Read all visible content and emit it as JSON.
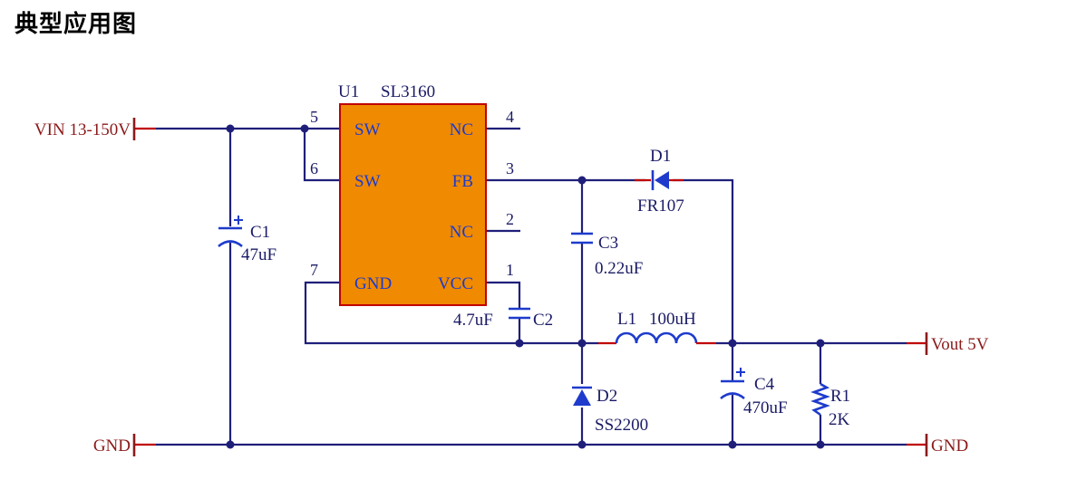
{
  "title": "典型应用图",
  "ic": {
    "ref": "U1",
    "part": "SL3160",
    "pins": [
      {
        "num": "5",
        "name": "SW"
      },
      {
        "num": "6",
        "name": "SW"
      },
      {
        "num": "7",
        "name": "GND"
      },
      {
        "num": "4",
        "name": "NC"
      },
      {
        "num": "3",
        "name": "FB"
      },
      {
        "num": "2",
        "name": "NC"
      },
      {
        "num": "1",
        "name": "VCC"
      }
    ],
    "body_color": "#f08a00"
  },
  "nets": {
    "vin": "VIN 13-150V",
    "vout": "Vout 5V",
    "gnd_left": "GND",
    "gnd_right": "GND"
  },
  "components": {
    "c1": {
      "ref": "C1",
      "value": "47uF"
    },
    "c2": {
      "ref": "C2",
      "value": "4.7uF"
    },
    "c3": {
      "ref": "C3",
      "value": "0.22uF"
    },
    "c4": {
      "ref": "C4",
      "value": "470uF"
    },
    "d1": {
      "ref": "D1",
      "value": "FR107"
    },
    "d2": {
      "ref": "D2",
      "value": "SS2200"
    },
    "l1": {
      "ref": "L1",
      "value": "100uH"
    },
    "r1": {
      "ref": "R1",
      "value": "2K"
    }
  },
  "colors": {
    "wire": "#1f1f7a",
    "component": "#1e3bcc",
    "net_label": "#8b1a1a",
    "lead": "#c00000"
  }
}
